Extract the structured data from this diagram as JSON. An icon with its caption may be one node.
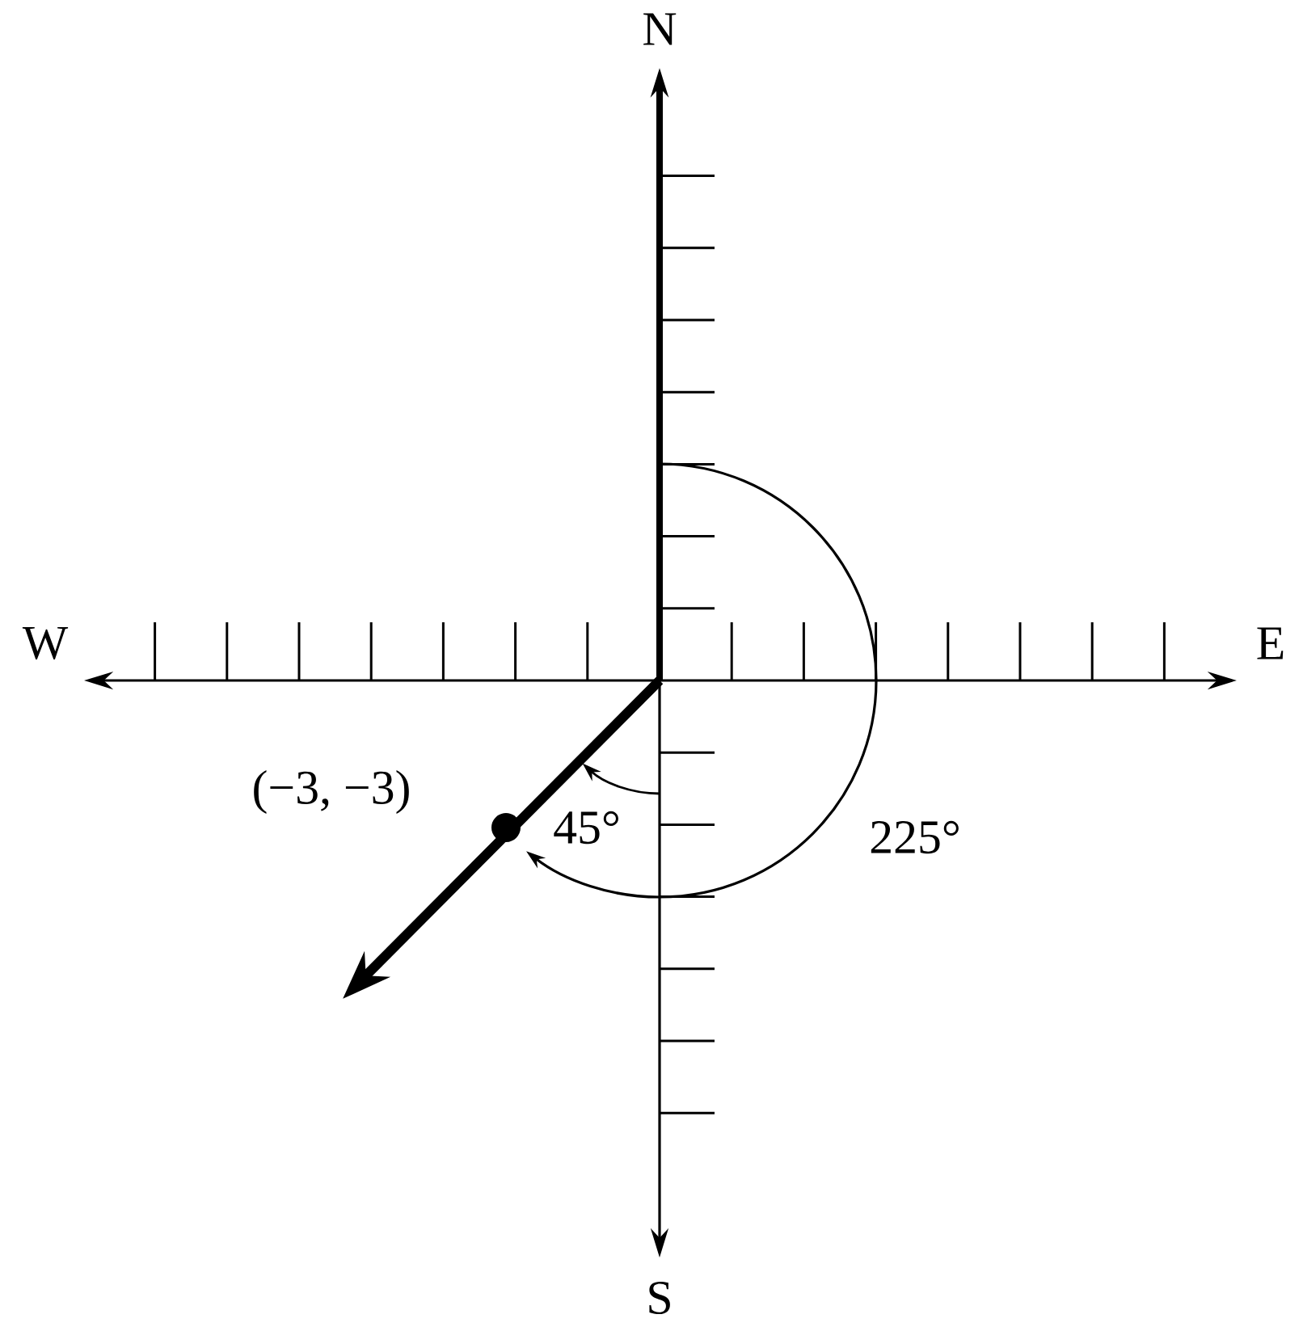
{
  "diagram": {
    "labels": [
      "N",
      "W",
      "E",
      "S",
      "(−3, −3)",
      "45°",
      "225°"
    ]
  }
}
